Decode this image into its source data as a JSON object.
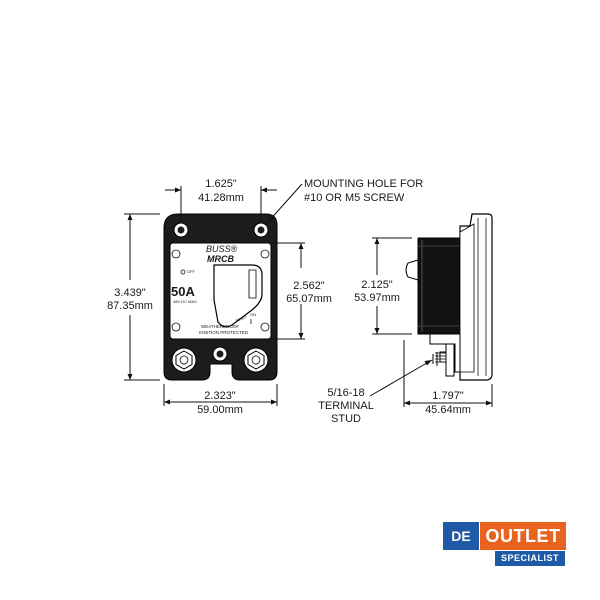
{
  "front_view": {
    "brand": "BUSS®",
    "model": "MRCB",
    "rating": "50A",
    "voltage": "48V DC MAX",
    "off_label": "OFF",
    "reset_label": "RESET",
    "on_label": "ON",
    "weather_line1": "WEATHERPROOF",
    "weather_line2": "IGNITION PROTECTED"
  },
  "dimensions": {
    "hole_spacing": {
      "in": "1.625\"",
      "mm": "41.28mm"
    },
    "height": {
      "in": "3.439\"",
      "mm": "87.35mm"
    },
    "body_height": {
      "in": "2.562\"",
      "mm": "65.07mm"
    },
    "width": {
      "in": "2.323\"",
      "mm": "59.00mm"
    },
    "side_height": {
      "in": "2.125\"",
      "mm": "53.97mm"
    },
    "depth": {
      "in": "1.797\"",
      "mm": "45.64mm"
    }
  },
  "callouts": {
    "mounting_hole_line1": "MOUNTING HOLE FOR",
    "mounting_hole_line2": "#10 OR M5 SCREW",
    "stud_line1": "5/16-18",
    "stud_line2": "TERMINAL",
    "stud_line3": "STUD"
  },
  "badge": {
    "de": "DE",
    "outlet": "OUTLET",
    "specialist": "SPECIALIST",
    "colors": {
      "blue": "#1f5aa6",
      "orange": "#e8641e"
    }
  }
}
